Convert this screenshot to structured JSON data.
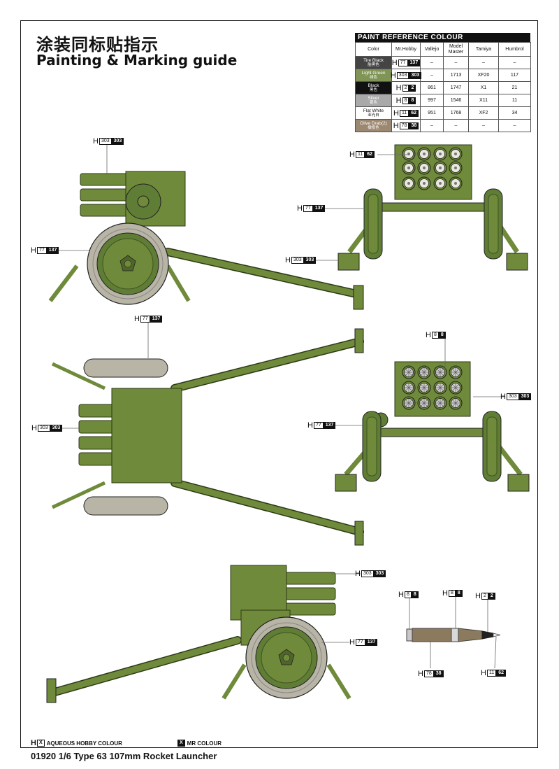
{
  "header": {
    "title_cn": "涂装同标贴指示",
    "title_en": "Painting & Marking guide"
  },
  "paint_table": {
    "title": "PAINT  REFERENCE COLOUR",
    "columns": [
      "Color",
      "Mr.Hobby",
      "Vallejo",
      "Model Master",
      "Tamiya",
      "Humbrol"
    ],
    "rows": [
      {
        "name": "Tire Black",
        "name_cn": "胎黑色",
        "color": "#444444",
        "h_code": "77",
        "mr_code": "137",
        "vallejo": "–",
        "model_master": "–",
        "tamiya": "–",
        "humbrol": "–"
      },
      {
        "name": "Light Green",
        "name_cn": "绿色",
        "color": "#7f9455",
        "h_code": "303",
        "mr_code": "303",
        "vallejo": "–",
        "model_master": "1713",
        "tamiya": "XF20",
        "humbrol": "117"
      },
      {
        "name": "Black",
        "name_cn": "黑色",
        "color": "#111111",
        "h_code": "2",
        "mr_code": "2",
        "vallejo": "861",
        "model_master": "1747",
        "tamiya": "X1",
        "humbrol": "21"
      },
      {
        "name": "Silver",
        "name_cn": "银色",
        "color": "#a9a9a9",
        "h_code": "8",
        "mr_code": "8",
        "vallejo": "997",
        "model_master": "1546",
        "tamiya": "X11",
        "humbrol": "11"
      },
      {
        "name": "Flat White",
        "name_cn": "亚光白",
        "color": "#ffffff",
        "h_code": "11",
        "mr_code": "62",
        "vallejo": "951",
        "model_master": "1768",
        "tamiya": "XF2",
        "humbrol": "34"
      },
      {
        "name": "Olive Drab(2)",
        "name_cn": "橄榄色",
        "color": "#9c8870",
        "h_code": "78",
        "mr_code": "38",
        "vallejo": "–",
        "model_master": "–",
        "tamiya": "–",
        "humbrol": "–"
      }
    ]
  },
  "callouts": {
    "side_tubes": {
      "h": "303",
      "mr": "303"
    },
    "side_tire": {
      "h": "77",
      "mr": "137"
    },
    "front_warheads": {
      "h": "11",
      "mr": "62"
    },
    "front_tire": {
      "h": "77",
      "mr": "137"
    },
    "front_body": {
      "h": "303",
      "mr": "303"
    },
    "top_tire": {
      "h": "77",
      "mr": "137"
    },
    "top_tubes": {
      "h": "303",
      "mr": "303"
    },
    "rear_tubes_inner": {
      "h": "8",
      "mr": "8"
    },
    "rear_body": {
      "h": "303",
      "mr": "303"
    },
    "rear_tire": {
      "h": "77",
      "mr": "137"
    },
    "left_tubes": {
      "h": "303",
      "mr": "303"
    },
    "left_tire": {
      "h": "77",
      "mr": "137"
    },
    "rocket_base": {
      "h": "8",
      "mr": "8"
    },
    "rocket_band": {
      "h": "8",
      "mr": "8"
    },
    "rocket_nose": {
      "h": "2",
      "mr": "2"
    },
    "rocket_body": {
      "h": "78",
      "mr": "38"
    },
    "rocket_tip": {
      "h": "11",
      "mr": "62"
    }
  },
  "legend": {
    "aqueous_box": "X",
    "aqueous_label": "AQUEOUS HOBBY COLOUR",
    "mr_box": "X",
    "mr_label": "MR COLOUR"
  },
  "footer": {
    "text": "01920  1/6   Type 63 107mm Rocket Launcher"
  },
  "colors": {
    "green": "#6f8a3a",
    "green_dark": "#4f6628",
    "tire": "#b8b4a6",
    "hub": "#5f7d35"
  }
}
